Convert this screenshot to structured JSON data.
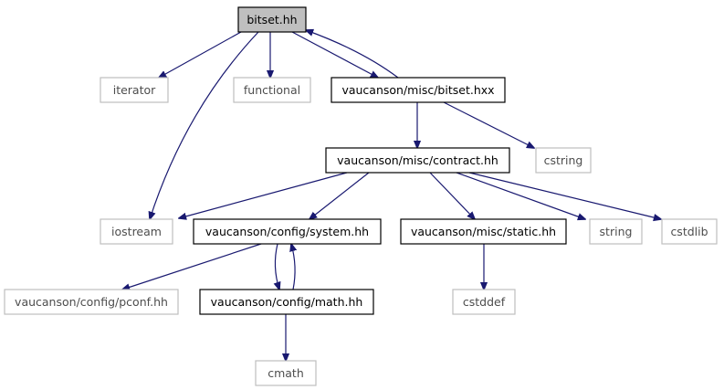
{
  "graph": {
    "colors": {
      "edge": "#191970",
      "root_fill": "#bfbfbf",
      "node_border": "#000000",
      "external_border": "#bfbfbf",
      "external_text": "#4d4d4d"
    },
    "nodes": {
      "bitset_hh": {
        "label": "bitset.hh",
        "kind": "root"
      },
      "iterator": {
        "label": "iterator",
        "kind": "external"
      },
      "functional": {
        "label": "functional",
        "kind": "external"
      },
      "bitset_hxx": {
        "label": "vaucanson/misc/bitset.hxx",
        "kind": "internal"
      },
      "contract_hh": {
        "label": "vaucanson/misc/contract.hh",
        "kind": "internal"
      },
      "cstring": {
        "label": "cstring",
        "kind": "external"
      },
      "iostream": {
        "label": "iostream",
        "kind": "external"
      },
      "system_hh": {
        "label": "vaucanson/config/system.hh",
        "kind": "internal"
      },
      "static_hh": {
        "label": "vaucanson/misc/static.hh",
        "kind": "internal"
      },
      "string": {
        "label": "string",
        "kind": "external"
      },
      "cstdlib": {
        "label": "cstdlib",
        "kind": "external"
      },
      "pconf_hh": {
        "label": "vaucanson/config/pconf.hh",
        "kind": "external"
      },
      "math_hh": {
        "label": "vaucanson/config/math.hh",
        "kind": "internal"
      },
      "cstddef": {
        "label": "cstddef",
        "kind": "external"
      },
      "cmath": {
        "label": "cmath",
        "kind": "external"
      }
    },
    "edges": [
      {
        "from": "bitset_hh",
        "to": "iterator"
      },
      {
        "from": "bitset_hh",
        "to": "functional"
      },
      {
        "from": "bitset_hh",
        "to": "bitset_hxx"
      },
      {
        "from": "bitset_hxx",
        "to": "bitset_hh"
      },
      {
        "from": "bitset_hh",
        "to": "iostream"
      },
      {
        "from": "bitset_hxx",
        "to": "contract_hh"
      },
      {
        "from": "bitset_hxx",
        "to": "cstring"
      },
      {
        "from": "contract_hh",
        "to": "iostream"
      },
      {
        "from": "contract_hh",
        "to": "system_hh"
      },
      {
        "from": "contract_hh",
        "to": "static_hh"
      },
      {
        "from": "contract_hh",
        "to": "string"
      },
      {
        "from": "contract_hh",
        "to": "cstdlib"
      },
      {
        "from": "system_hh",
        "to": "pconf_hh"
      },
      {
        "from": "system_hh",
        "to": "math_hh"
      },
      {
        "from": "math_hh",
        "to": "system_hh"
      },
      {
        "from": "static_hh",
        "to": "cstddef"
      },
      {
        "from": "math_hh",
        "to": "cmath"
      }
    ]
  }
}
